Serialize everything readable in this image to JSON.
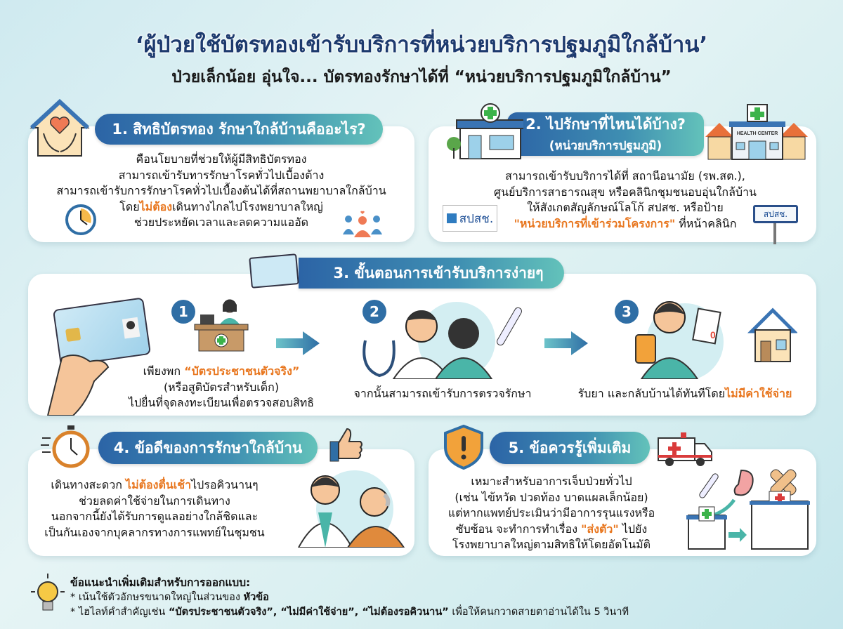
{
  "header": {
    "title": "‘ผู้ป่วยใช้บัตรทองเข้ารับบริการที่หน่วยบริการปฐมภูมิใกล้บ้าน’",
    "subtitle": "ป่วยเล็กน้อย อุ่นใจ... บัตรทองรักษาได้ที่ “หน่วยบริการปฐมภูมิใกล้บ้าน”"
  },
  "colors": {
    "accent_orange": "#e8761e",
    "title_navy": "#1d3a6e",
    "pill_start": "#2c64a6",
    "pill_end": "#63c2ba"
  },
  "section1": {
    "heading": "1. สิทธิบัตรทอง รักษาใกล้บ้านคืออะไร?",
    "lines": [
      {
        "pre": "คือนโยบายที่ช่วยให้ผู้มีสิทธิบัตรทอง",
        "hl": "",
        "post": ""
      },
      {
        "pre": "สามารถเข้ารับทารรักษาโรคทั่วไปเบื้องต้าง",
        "hl": "",
        "post": ""
      },
      {
        "pre": "สามารถเข้ารับการรักษาโรคทั่วไปเบื้องต้นได้ที่สถานพยาบาลใกล้บ้าน",
        "hl": "",
        "post": ""
      },
      {
        "pre": "โดย",
        "hl": "ไม่ต้อง",
        "post": "เดินทางไกลไปโรงพยาบาลใหญ่"
      },
      {
        "pre": "ช่วยประหยัดเวลาและลดความแออัด",
        "hl": "",
        "post": ""
      }
    ],
    "icons": [
      "house-heart-hands-icon",
      "clock-icon",
      "community-people-icon"
    ]
  },
  "section2": {
    "heading": "2. ไปรักษาที่ไหนได้บ้าง?",
    "subheading": "(หน่วยบริการปฐมภูมิ)",
    "health_center_sign": "HEALTH CENTER",
    "logo_text": "สปสช.",
    "sign_text": "สปสช.",
    "lines": [
      {
        "pre": "สามารถเข้ารับบริการได้ที่ สถานีอนามัย (รพ.สต.),",
        "hl": "",
        "post": ""
      },
      {
        "pre": "ศูนย์บริการสาธารณสุข หรือคลินิกชุมชนอบอุ่นใกล้บ้าน",
        "hl": "",
        "post": ""
      },
      {
        "pre": "ให้สังเกตสัญลักษณ์โลโก้ สปสช. หรือป้าย",
        "hl": "",
        "post": ""
      },
      {
        "pre": "",
        "hl": "\"หน่วยบริการที่เข้าร่วมโครงการ\"",
        "post": " ที่หน้าคลินิก"
      }
    ]
  },
  "section3": {
    "heading": "3. ขั้นตอนการเข้ารับบริการง่ายๆ",
    "steps": [
      {
        "number": "1",
        "lines": [
          {
            "pre": "เพียงพก ",
            "hl": "“บัตรประชาชนตัวจริง”",
            "post": ""
          },
          {
            "pre": "(หรือสูติบัตรสำหรับเด็ก)",
            "hl": "",
            "post": ""
          },
          {
            "pre": "ไปยื่นที่จุดลงทะเบียนเพื่อตรวจสอบสิทธิ",
            "hl": "",
            "post": ""
          }
        ]
      },
      {
        "number": "2",
        "lines": [
          {
            "pre": "จากนั้นสามารถเข้ารับการตรวจรักษา",
            "hl": "",
            "post": ""
          }
        ]
      },
      {
        "number": "3",
        "receipt_amount": "0",
        "lines": [
          {
            "pre": "รับยา และกลับบ้านได้ทันทีโดย",
            "hl": "ไม่มีค่าใช้จ่าย",
            "post": ""
          }
        ]
      }
    ]
  },
  "section4": {
    "heading": "4. ข้อดีของการรักษาใกล้บ้าน",
    "lines": [
      {
        "pre": "เดินทางสะดวก ",
        "hl": "ไม่ต้องตื่นเช้า",
        "post": "ไปรอคิวนานๆ"
      },
      {
        "pre": "ช่วยลดค่าใช้จ่ายในการเดินทาง",
        "hl": "",
        "post": ""
      },
      {
        "pre": "นอกจากนี้ยังได้รับการดูแลอย่างใกล้ชิดและ",
        "hl": "",
        "post": ""
      },
      {
        "pre": "เป็นกันเองจากบุคลากรทางการแพทย์ในชุมชน",
        "hl": "",
        "post": ""
      }
    ]
  },
  "section5": {
    "heading": "5. ข้อควรรู้เพิ่มเติม",
    "lines": [
      {
        "pre": "เหมาะสำหรับอาการเจ็บป่วยทั่วไป",
        "hl": "",
        "post": ""
      },
      {
        "pre": "(เช่น ไข้หวัด ปวดท้อง บาดแผลเล็กน้อย)",
        "hl": "",
        "post": ""
      },
      {
        "pre": "แต่หากแพทย์ประเมินว่ามีอาการรุนแรงหรือ",
        "hl": "",
        "post": ""
      },
      {
        "pre": "ซับซ้อน จะทำการทำเรื่อง ",
        "hl": "\"ส่งตัว\"",
        "post": " ไปยัง"
      },
      {
        "pre": "โรงพยาบาลใหญ่ตามสิทธิให้โดยอัตโนมัติ",
        "hl": "",
        "post": ""
      }
    ]
  },
  "tips": {
    "heading": "ข้อแนะนำเพิ่มเติมสำหรับการออกแบบ:",
    "line1_pre": "* เน้นใช้ตัวอักษรขนาดใหญ่ในส่วนของ ",
    "line1_bold": "หัวข้อ",
    "line2_pre": "* ไฮไลท์คำสำคัญเช่น ",
    "line2_bold": "“บัตรประชาชนตัวจริง”, “ไม่มีค่าใช้จ่าย”, “ไม่ต้องรอคิวนาน”",
    "line2_post": " เพื่อให้คนกวาดสายตาอ่านได้ใน 5 วินาที"
  }
}
